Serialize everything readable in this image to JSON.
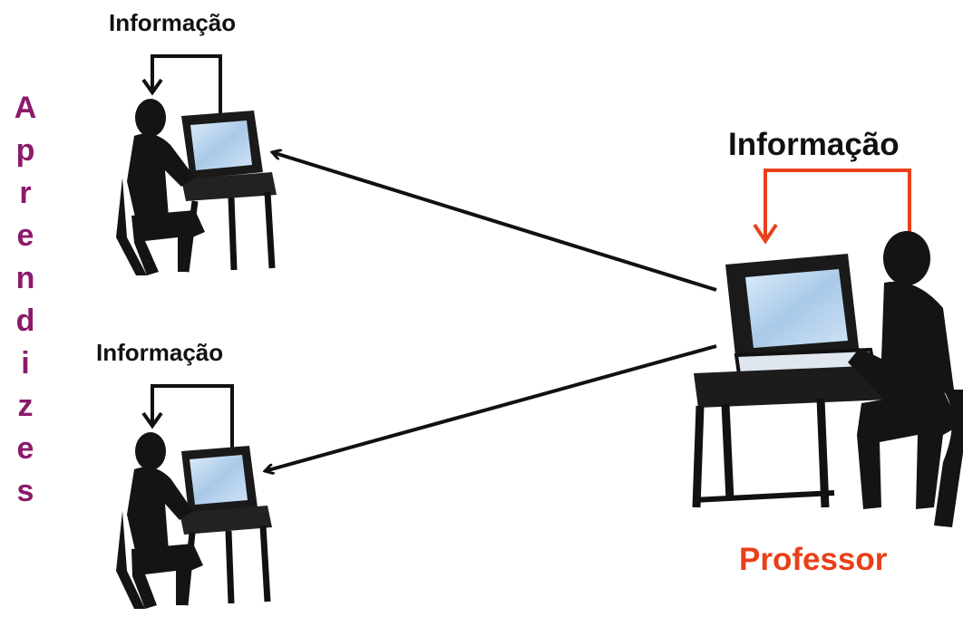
{
  "labels": {
    "info_top_learner": "Informação",
    "info_bottom_learner": "Informação",
    "info_teacher": "Informação",
    "teacher": "Professor"
  },
  "side_word_letters": [
    "A",
    "p",
    "r",
    "e",
    "n",
    "d",
    "i",
    "z",
    "e",
    "s"
  ],
  "colors": {
    "learner_text": "#8b1a6b",
    "teacher_text": "#e8401a",
    "teacher_loop": "#e8401a",
    "ink": "#111111",
    "screen": "#b8d4ec",
    "screen_hi": "#dcecfa"
  }
}
